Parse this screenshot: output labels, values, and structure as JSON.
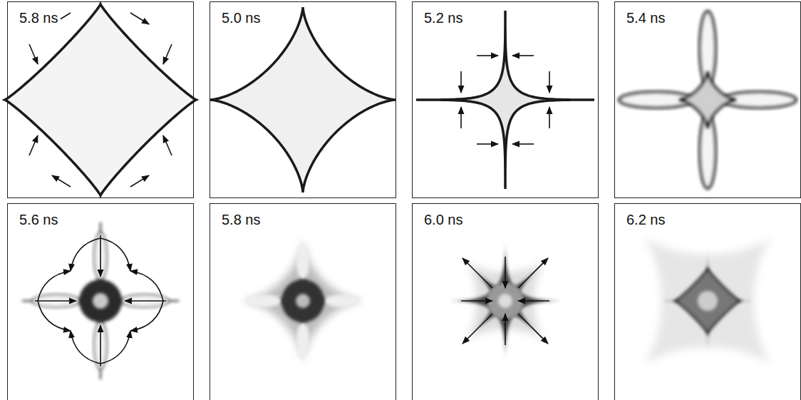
{
  "diagram": {
    "nodes": [
      {
        "text": [
          "5.8 ns"
        ]
      },
      {
        "text": [
          "5.0 ns"
        ]
      },
      {
        "text": [
          "5.2 ns"
        ]
      },
      {
        "text": [
          "5.4 ns"
        ]
      },
      {
        "text": [
          "5.6 ns"
        ]
      },
      {
        "text": [
          "5.8 ns"
        ]
      },
      {
        "text": [
          "6.0 ns"
        ]
      },
      {
        "text": [
          "6.2 ns"
        ]
      }
    ]
  }
}
